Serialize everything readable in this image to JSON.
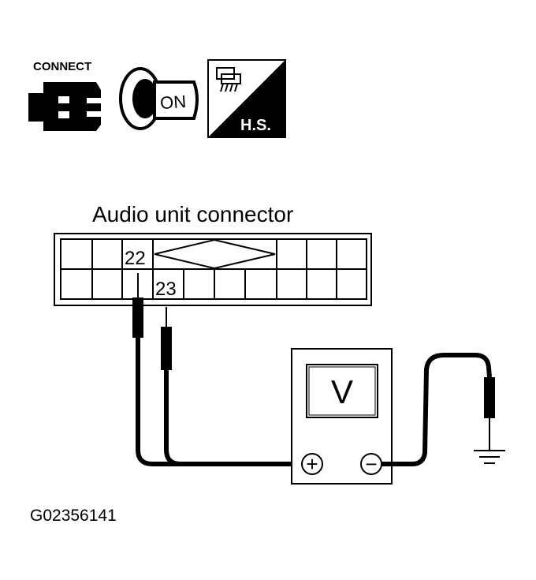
{
  "icons": {
    "connect_label": "CONNECT",
    "ignition_label": "ON",
    "harness_label": "H.S."
  },
  "connector": {
    "title": "Audio unit connector",
    "pin_upper": "22",
    "pin_lower": "23"
  },
  "meter": {
    "display": "V",
    "plus_symbol": "+",
    "minus_symbol": "−"
  },
  "figure_id": "G02356141",
  "colors": {
    "ink": "#000000",
    "paper": "#ffffff"
  }
}
